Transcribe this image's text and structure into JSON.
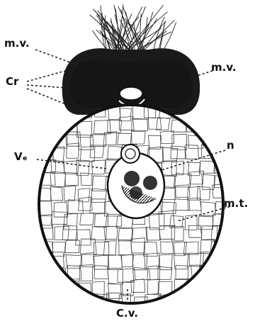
{
  "figure": {
    "labels": {
      "mv_left": "m.v.",
      "mv_right": "m.v.",
      "cr": "Cr",
      "ve": "Vₑ",
      "n": "n",
      "mt": "m.t.",
      "cv": "C.v."
    }
  }
}
